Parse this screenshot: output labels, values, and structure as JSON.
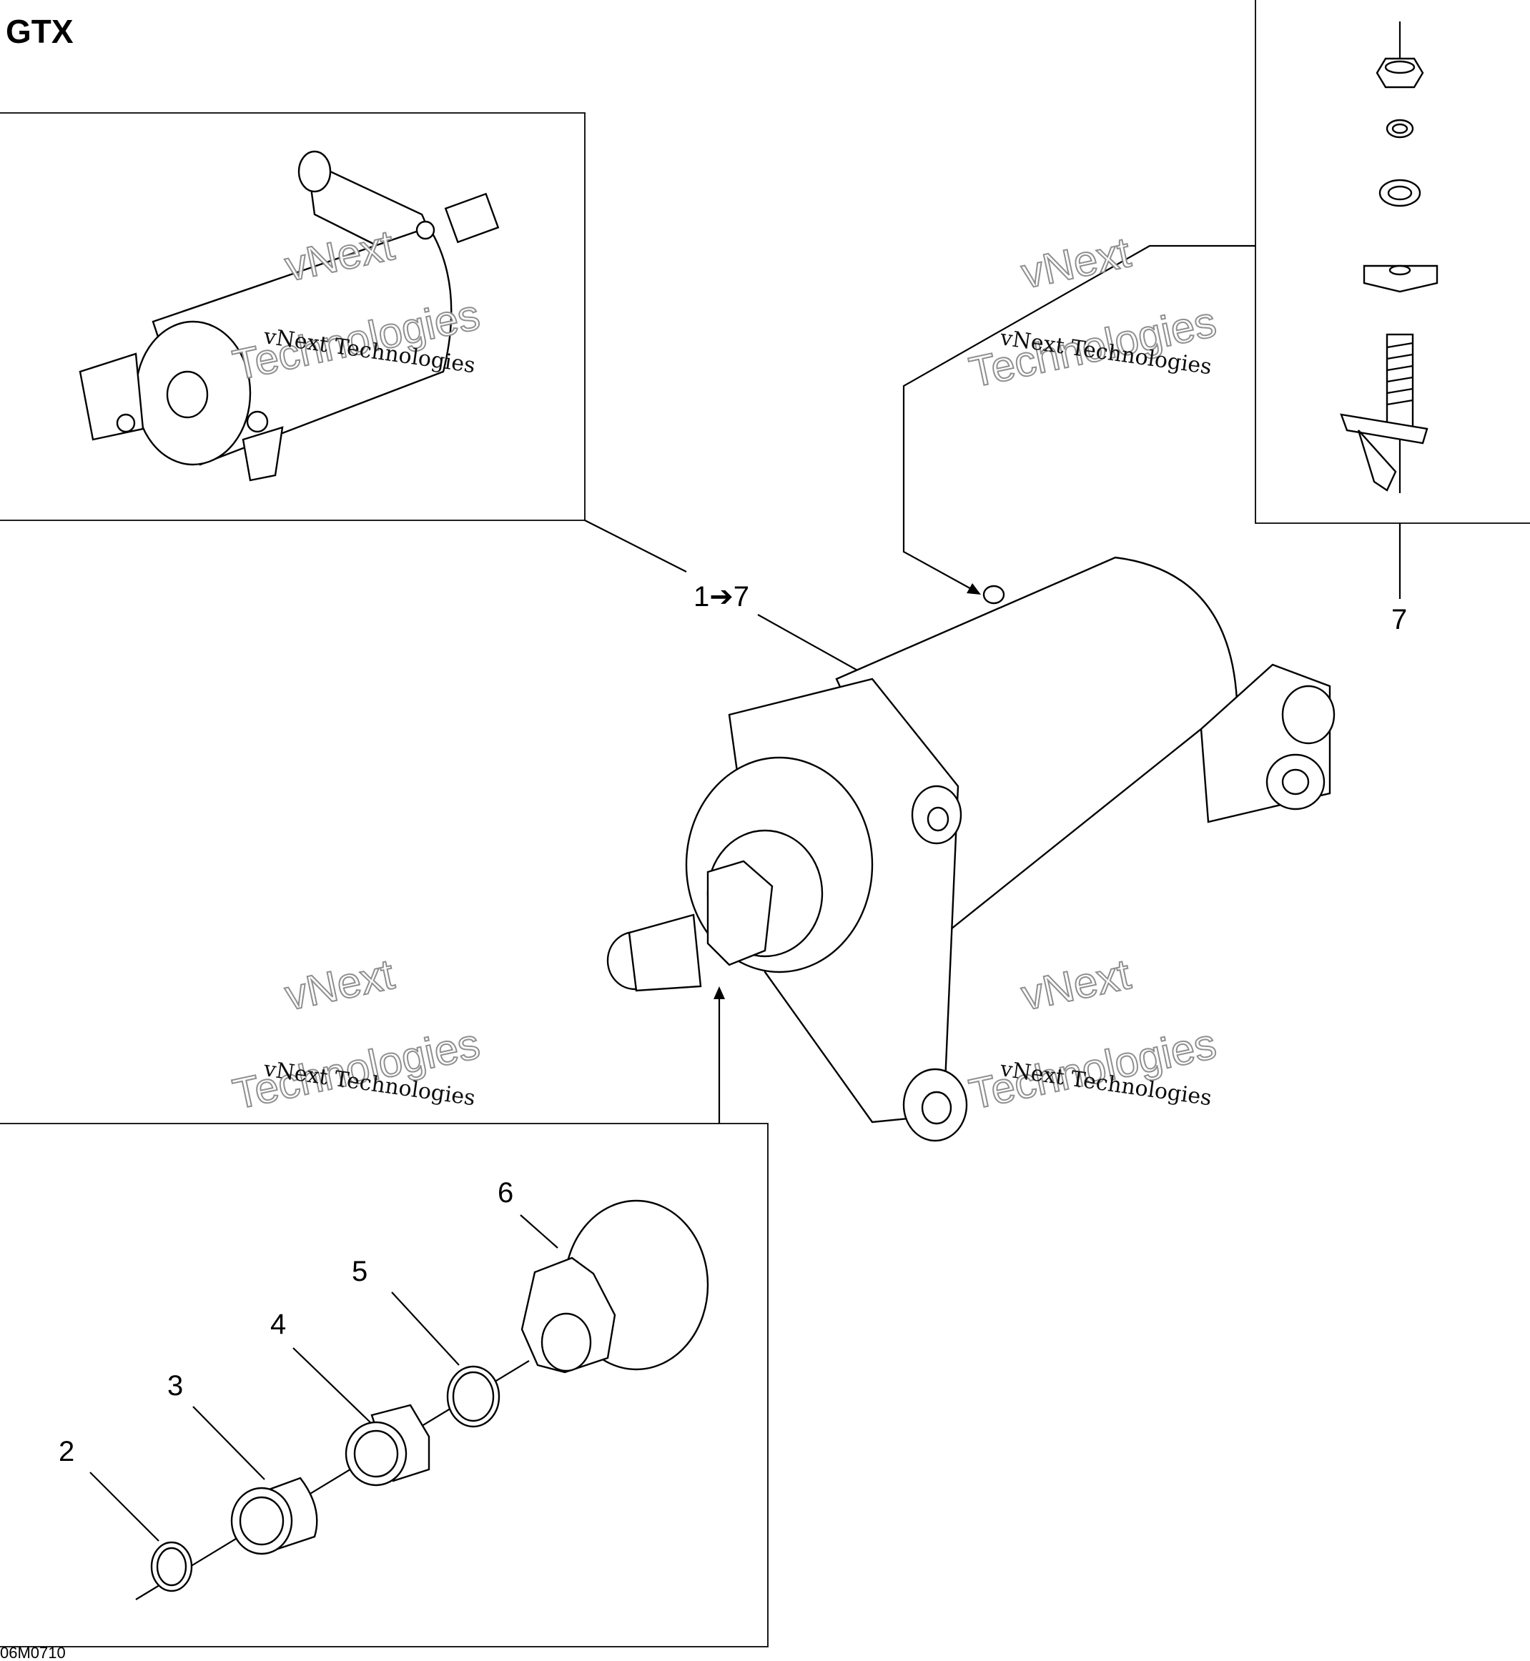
{
  "header": {
    "title": "GTX"
  },
  "footer": {
    "code": "06M0710"
  },
  "watermark": {
    "line1": "vNext Technologies",
    "line2": "vNext",
    "line3": "Technologies"
  },
  "callouts": {
    "assembly": "1➔7",
    "c2": "2",
    "c3": "3",
    "c4": "4",
    "c5": "5",
    "c6": "6",
    "c7": "7"
  }
}
